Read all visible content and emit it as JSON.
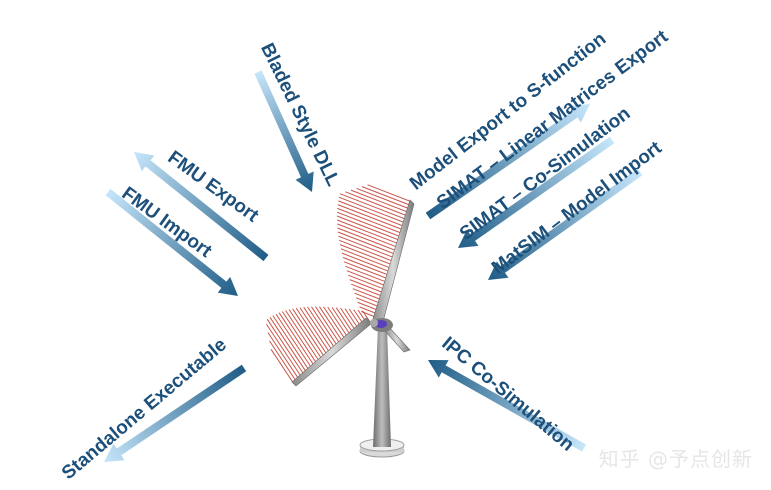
{
  "labels": {
    "bladed_style_dll": "Bladed Style DLL",
    "fmu_export": "FMU Export",
    "fmu_import": "FMU Import",
    "standalone_executable": "Standalone Executable",
    "model_export": "Model Export to S-function",
    "simat_linear": "SIMAT – Linear Matrices Export",
    "simat_cosim": "SIMAT – Co-Simulation",
    "matsim_import": "MatSIM – Model Import",
    "ipc_cosim": "IPC Co-Simulation"
  },
  "watermark": "知乎 @予点创新",
  "colors": {
    "label_text": "#1c4f7a",
    "arrow_dark": "#1f5c86",
    "arrow_light": "#c6e6fa",
    "blade_lines": "#c0392b",
    "tower": "#8c8c8c"
  }
}
